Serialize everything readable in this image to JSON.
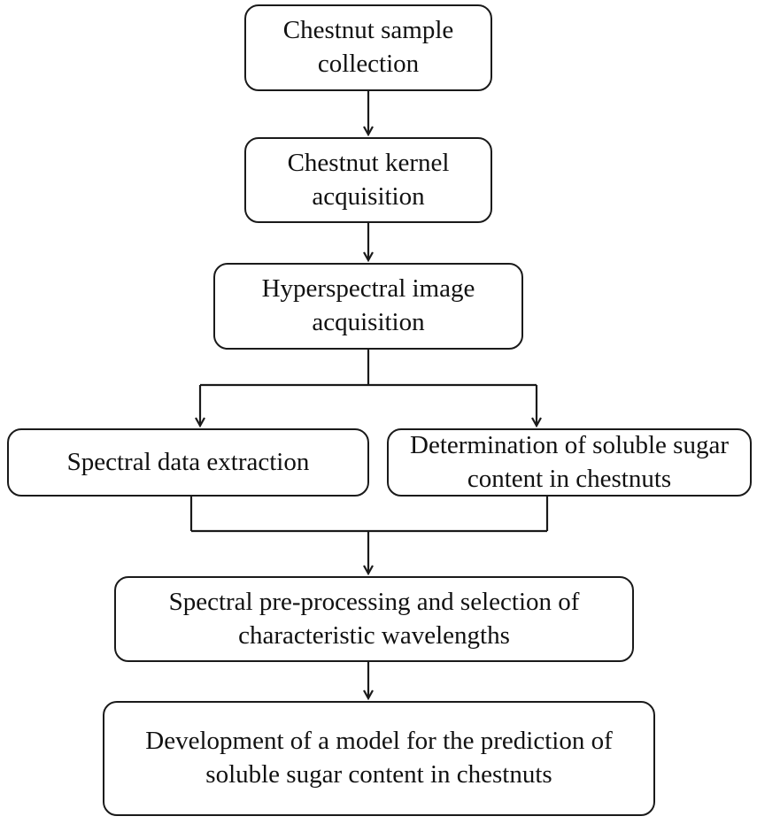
{
  "nodes": [
    {
      "id": "b1",
      "label": "Chestnut sample collection"
    },
    {
      "id": "b2",
      "label": "Chestnut kernel acquisition"
    },
    {
      "id": "b3",
      "label": "Hyperspectral image acquisition"
    },
    {
      "id": "b4",
      "label": "Spectral data extraction"
    },
    {
      "id": "b5",
      "label": "Determination of soluble sugar content in chestnuts"
    },
    {
      "id": "b6",
      "label": "Spectral pre-processing and selection of characteristic wavelengths"
    },
    {
      "id": "b7",
      "label": "Development of a model for the prediction of soluble sugar content in chestnuts"
    }
  ],
  "edges": [
    {
      "from": "b1",
      "to": "b2"
    },
    {
      "from": "b2",
      "to": "b3"
    },
    {
      "from": "b3",
      "to": "b4"
    },
    {
      "from": "b3",
      "to": "b5"
    },
    {
      "from": "b4",
      "to": "b6"
    },
    {
      "from": "b5",
      "to": "b6"
    },
    {
      "from": "b6",
      "to": "b7"
    }
  ],
  "colors": {
    "stroke": "#1a1a1a",
    "text": "#111111",
    "background": "#ffffff"
  }
}
